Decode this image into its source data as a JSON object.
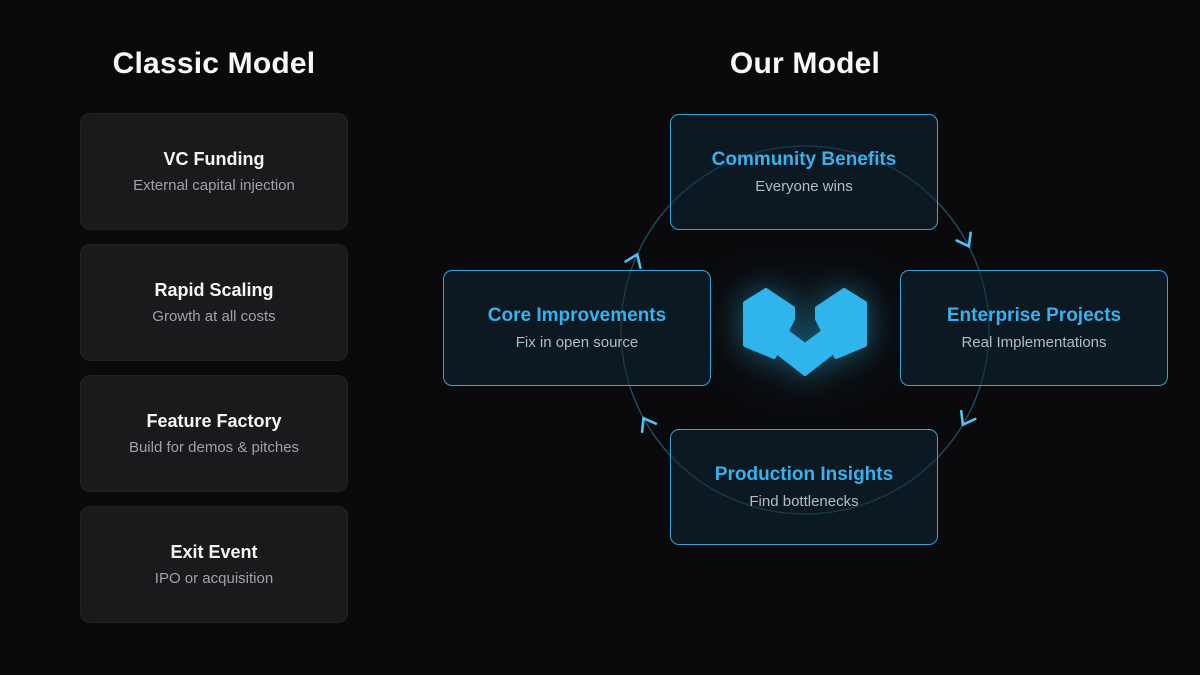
{
  "slide": {
    "background_color": "#0a0a0c",
    "accent_color": "#2fb4ec"
  },
  "classic_model": {
    "title": "Classic Model",
    "cards": [
      {
        "title": "VC Funding",
        "subtitle": "External capital injection"
      },
      {
        "title": "Rapid Scaling",
        "subtitle": "Growth at all costs"
      },
      {
        "title": "Feature Factory",
        "subtitle": "Build for demos & pitches"
      },
      {
        "title": "Exit Event",
        "subtitle": "IPO or acquisition"
      }
    ]
  },
  "our_model": {
    "title": "Our Model",
    "cycle_direction": "clockwise",
    "logo": {
      "name": "cube-m-logo",
      "color": "#2fb4ec"
    },
    "colors": {
      "card_border": "#3aa2d4",
      "card_title": "#38b1ec",
      "ring": "#1f4c63",
      "arrow": "#4fc3f7"
    },
    "nodes": [
      {
        "position": "top",
        "title": "Community Benefits",
        "subtitle": "Everyone wins"
      },
      {
        "position": "left",
        "title": "Core Improvements",
        "subtitle": "Fix in open source"
      },
      {
        "position": "right",
        "title": "Enterprise Projects",
        "subtitle": "Real Implementations"
      },
      {
        "position": "bottom",
        "title": "Production Insights",
        "subtitle": "Find bottlenecks"
      }
    ]
  }
}
